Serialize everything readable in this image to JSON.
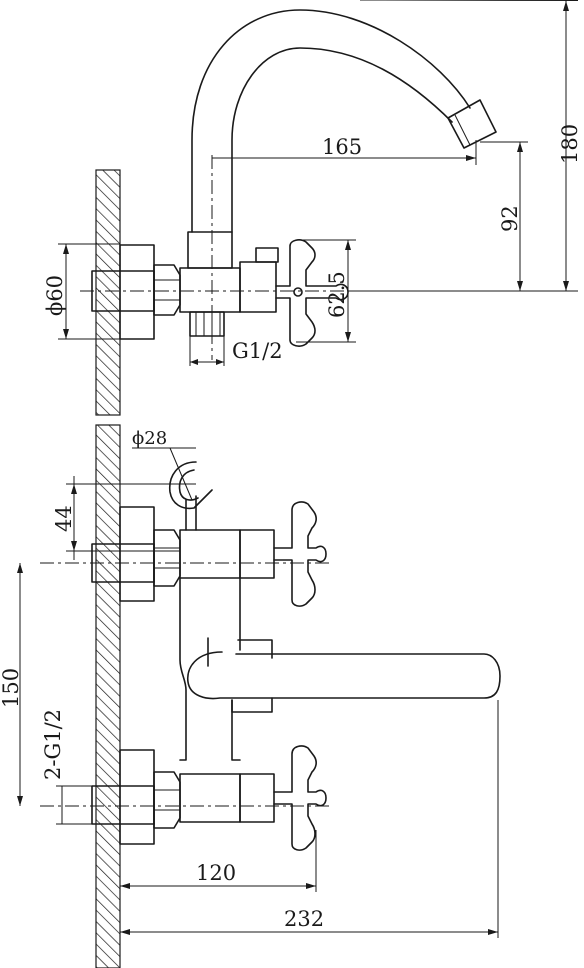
{
  "dimensions": {
    "top_spout_reach": "165",
    "top_total_height": "180",
    "top_spout_height": "92",
    "top_handle_offset": "62.5",
    "top_flange_diameter": "ϕ60",
    "top_thread": "G1/2",
    "holder_diameter": "ϕ28",
    "holder_offset": "44",
    "bottom_center_distance": "150",
    "bottom_thread": "2-G1/2",
    "bottom_handle_reach": "120",
    "bottom_spout_reach": "232"
  },
  "colors": {
    "line": "#1a1a1a",
    "background": "#ffffff"
  }
}
